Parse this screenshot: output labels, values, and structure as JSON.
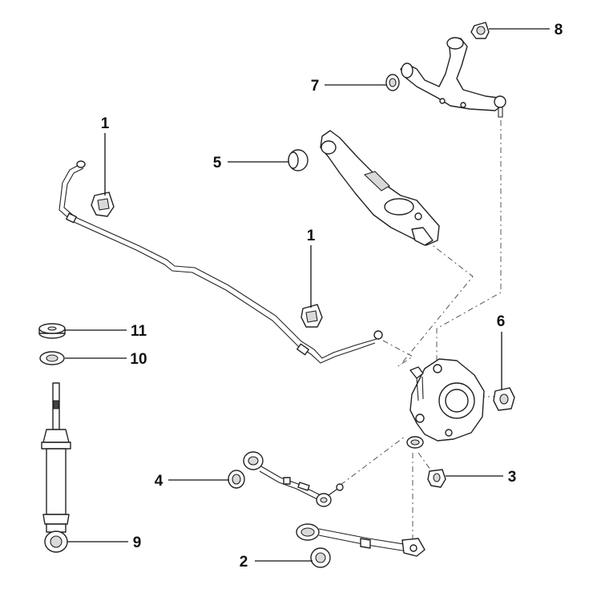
{
  "callouts": [
    {
      "id": "c1a",
      "label": "1"
    },
    {
      "id": "c1b",
      "label": "1"
    },
    {
      "id": "c2",
      "label": "2"
    },
    {
      "id": "c3",
      "label": "3"
    },
    {
      "id": "c4",
      "label": "4"
    },
    {
      "id": "c5",
      "label": "5"
    },
    {
      "id": "c6",
      "label": "6"
    },
    {
      "id": "c7",
      "label": "7"
    },
    {
      "id": "c8",
      "label": "8"
    },
    {
      "id": "c9",
      "label": "9"
    },
    {
      "id": "c10",
      "label": "10"
    },
    {
      "id": "c11",
      "label": "11"
    }
  ]
}
